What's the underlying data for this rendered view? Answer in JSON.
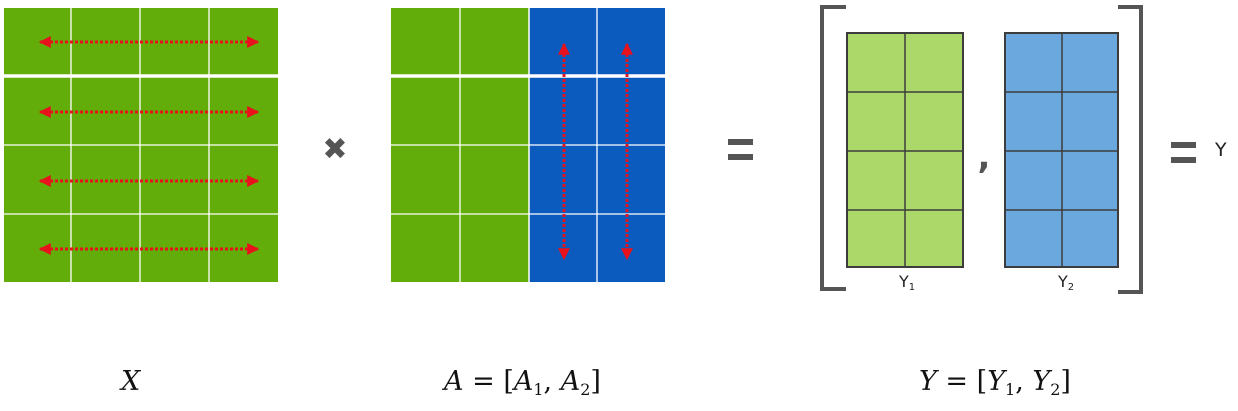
{
  "colors": {
    "green_dark": "#62ad0a",
    "blue_dark": "#0a5bbd",
    "green_light": "#acd86a",
    "blue_light": "#6aa8dd",
    "arrow": "#e8121d",
    "grid_line": "#ffffff",
    "cell_border": "#3c3c3c"
  },
  "operators": {
    "multiply": "✖",
    "equals": "=",
    "comma": ",",
    "result": "Y"
  },
  "labels": {
    "y1_base": "Y",
    "y1_sub": "1",
    "y2_base": "Y",
    "y2_sub": "2"
  },
  "captions": {
    "x": {
      "var": "X"
    },
    "a": {
      "lhs": "A",
      "eq": "=",
      "open": "[",
      "t1": "A",
      "s1": "1",
      "sep": ",",
      "t2": "A",
      "s2": "2",
      "close": "]"
    },
    "y": {
      "lhs": "Y",
      "eq": "=",
      "open": "[",
      "t1": "Y",
      "s1": "1",
      "sep": ",",
      "t2": "Y",
      "s2": "2",
      "close": "]"
    }
  }
}
